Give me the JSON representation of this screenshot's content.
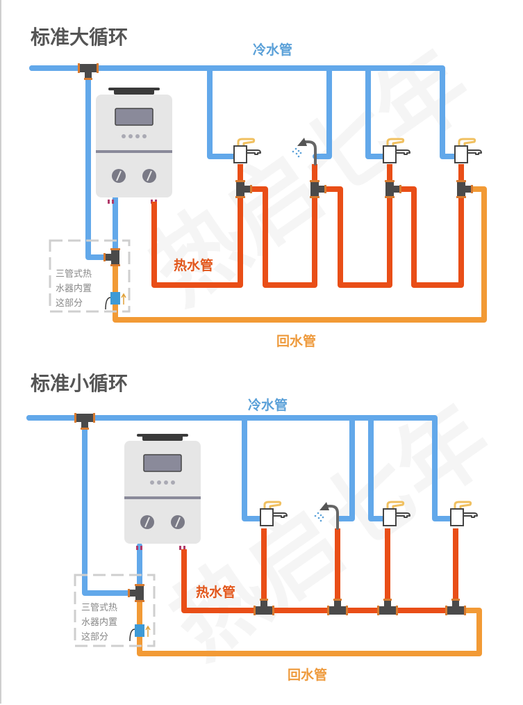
{
  "colors": {
    "cold": "#62a8ea",
    "hot": "#e94e17",
    "return": "#f29a35",
    "fitting": "#4a4a4a",
    "fitting_ring": "#d77a2f",
    "heater_body": "#e6e6e6",
    "heater_screen": "#8a8a9a",
    "faucet_handle": "#f0c060",
    "title": "#555555"
  },
  "watermark": "热启七年",
  "diagrams": [
    {
      "id": "large-loop",
      "title": "标准大循环",
      "cold_label": "冷水管",
      "hot_label": "热水管",
      "return_label": "回水管",
      "note_lines": [
        "三管式热",
        "水器内置",
        "这部分"
      ],
      "fixtures": [
        "faucet",
        "shower",
        "faucet",
        "faucet"
      ]
    },
    {
      "id": "small-loop",
      "title": "标准小循环",
      "cold_label": "冷水管",
      "hot_label": "热水管",
      "return_label": "回水管",
      "note_lines": [
        "三管式热",
        "水器内置",
        "这部分"
      ],
      "fixtures": [
        "faucet",
        "shower",
        "faucet",
        "faucet"
      ]
    }
  ]
}
